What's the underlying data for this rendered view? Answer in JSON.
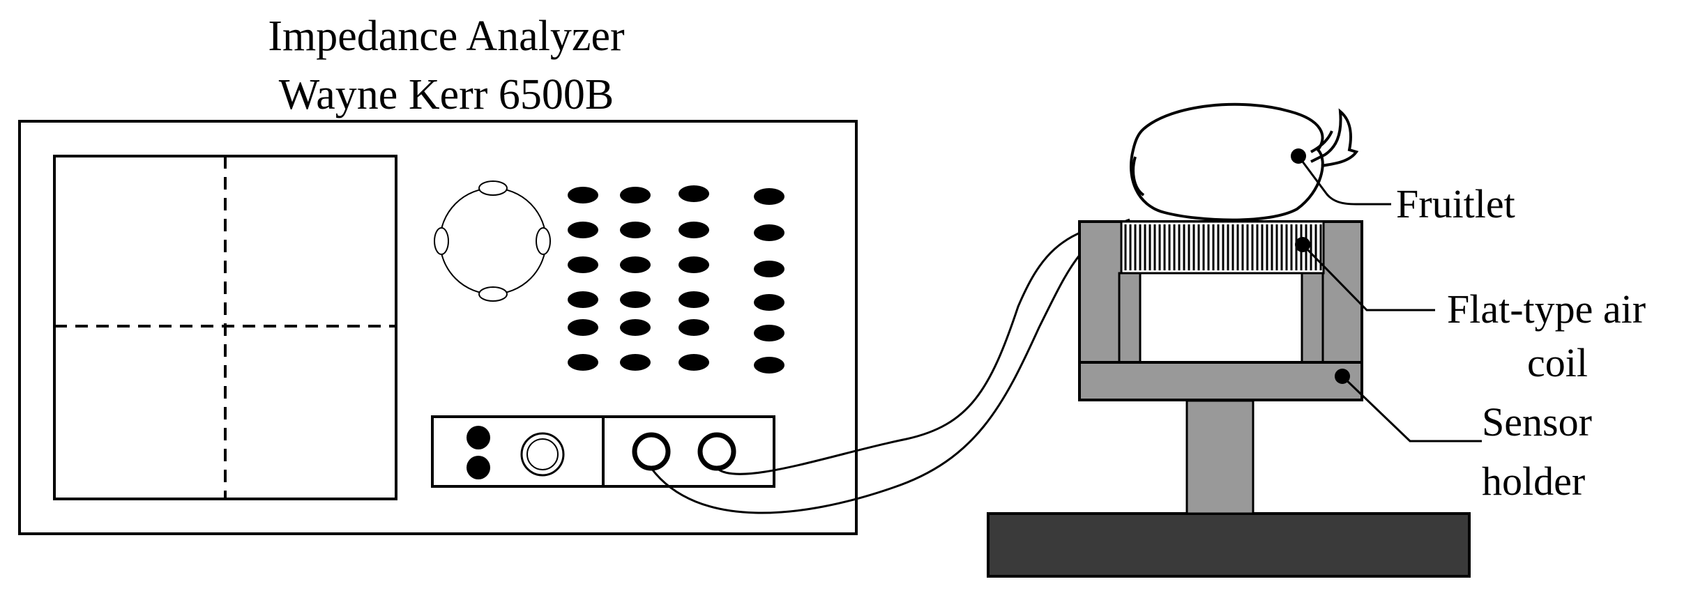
{
  "analyzer": {
    "title_line1": "Impedance Analyzer",
    "title_line2": "Wayne Kerr 6500B"
  },
  "labels": {
    "fruitlet": "Fruitlet",
    "coil_line1": "Flat-type air",
    "coil_line2": "coil",
    "holder_line1": "Sensor",
    "holder_line2": "holder"
  },
  "colors": {
    "line": "#000000",
    "holder_fill": "#999999",
    "base_fill": "#3a3a3a",
    "background": "#ffffff"
  }
}
